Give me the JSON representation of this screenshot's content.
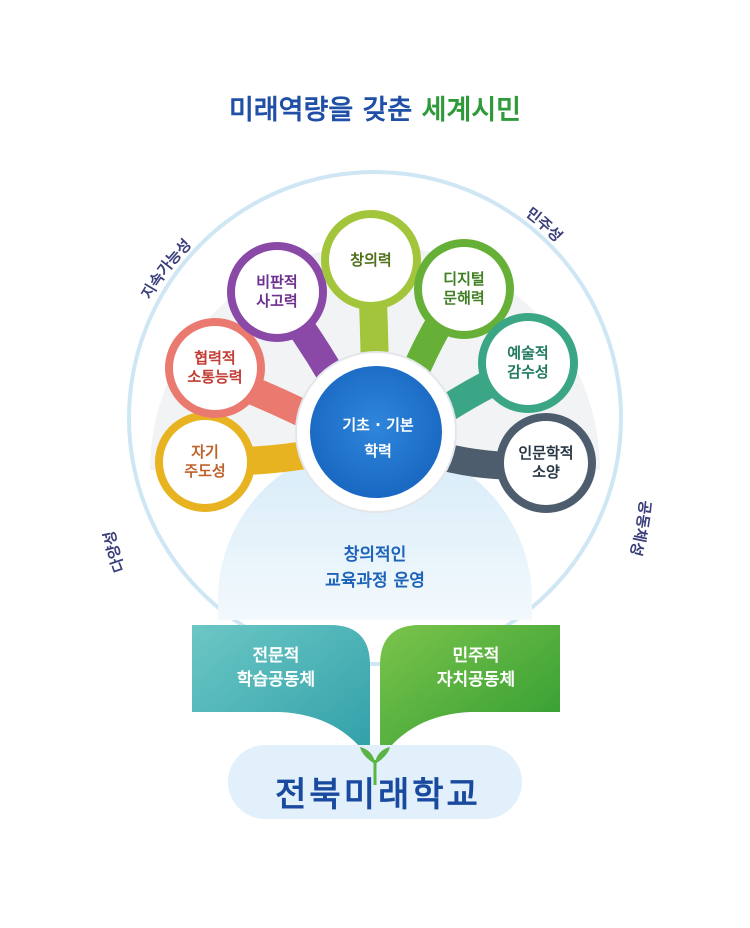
{
  "title": {
    "part1": "미래역량을 갖춘",
    "part2": "세계시민"
  },
  "ring_labels": {
    "top_left": "지속가능성",
    "top_right": "민주성",
    "left": "다양성",
    "right": "공동체성"
  },
  "core": {
    "line1": "기초 · 기본",
    "line2": "학력"
  },
  "petals": [
    {
      "label": "자기\n주도성",
      "color": "#e8b321",
      "text_color": "#c0622c"
    },
    {
      "label": "협력적\n소통능력",
      "color": "#ea7a6f",
      "text_color": "#c23c33"
    },
    {
      "label": "비판적\n사고력",
      "color": "#8a49a6",
      "text_color": "#6d2f90"
    },
    {
      "label": "창의력",
      "color": "#a3c53b",
      "text_color": "#4f6f18"
    },
    {
      "label": "디지털\n문해력",
      "color": "#66b037",
      "text_color": "#3f7f22"
    },
    {
      "label": "예술적\n감수성",
      "color": "#3aa685",
      "text_color": "#217a60"
    },
    {
      "label": "인문학적\n소양",
      "color": "#4d5d6e",
      "text_color": "#2a3846"
    }
  ],
  "curriculum": {
    "line1": "창의적인",
    "line2": "교육과정 운영"
  },
  "communities": [
    {
      "line1": "전문적",
      "line2": "학습공동체",
      "color": "#3fb2b6"
    },
    {
      "line1": "민주적",
      "line2": "자치공동체",
      "color": "#36a53c"
    }
  ],
  "brand": "전북미래학교"
}
